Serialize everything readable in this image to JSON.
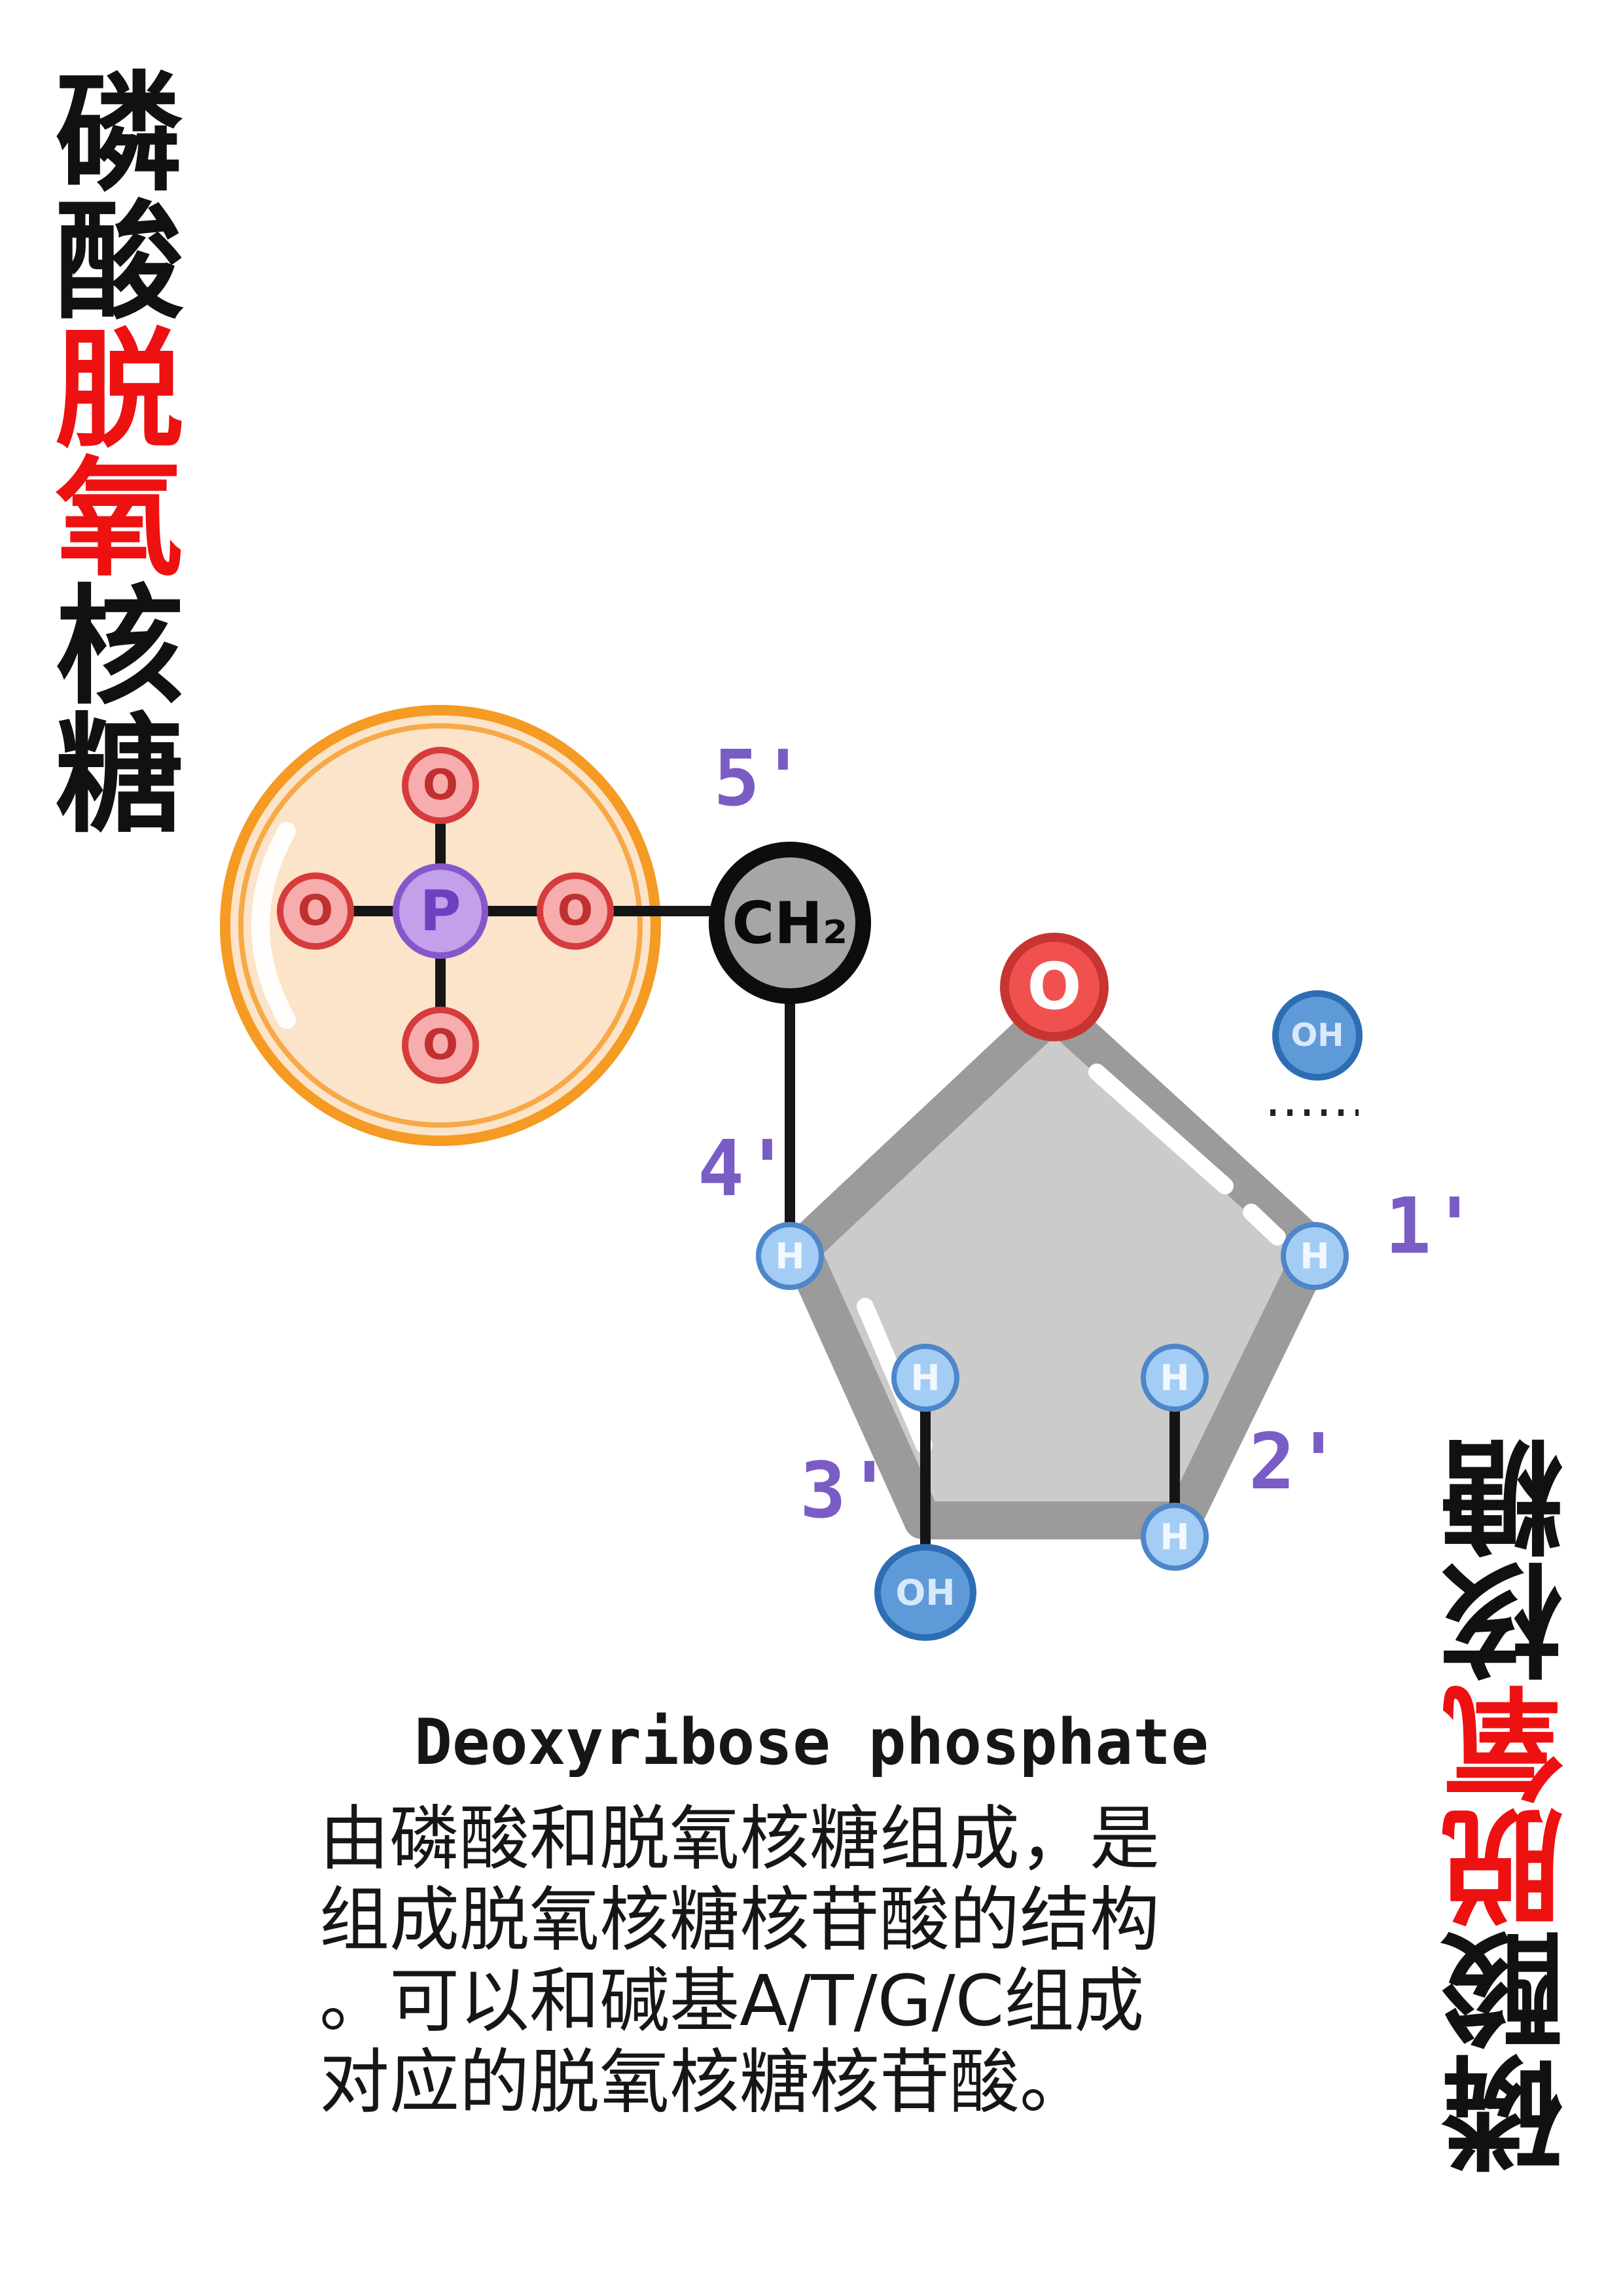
{
  "left_title": {
    "black1": "磷酸",
    "red": "脱氧",
    "black2": "核糖"
  },
  "right_title": {
    "black1": "磷酸",
    "red": "脱氧",
    "black2": "核糖"
  },
  "phosphate": {
    "p": "P",
    "o": "O"
  },
  "sugar": {
    "ch2": "CH₂",
    "ring_o": "O",
    "h": "H",
    "oh": "OH",
    "labels": {
      "c5": "5'",
      "c4": "4'",
      "c3": "3'",
      "c2": "2'",
      "c1": "1'"
    }
  },
  "caption": {
    "title": "Deoxyribose phosphate",
    "lines": [
      "由磷酸和脱氧核糖组成，是",
      "组成脱氧核糖核苷酸的结构",
      "。可以和碱基A/T/G/C组成",
      "对应的脱氧核糖核苷酸。"
    ]
  },
  "colors": {
    "accent_red": "#ee1111",
    "phosphate_ring": "#f59a23",
    "phosphate_fill": "#fbe4c9",
    "purple_label": "#7a5cc5",
    "sugar_gray": "#9b9b9b",
    "hydrogen_blue": "#a3cdf5",
    "oxygen_red": "#f1514e"
  }
}
